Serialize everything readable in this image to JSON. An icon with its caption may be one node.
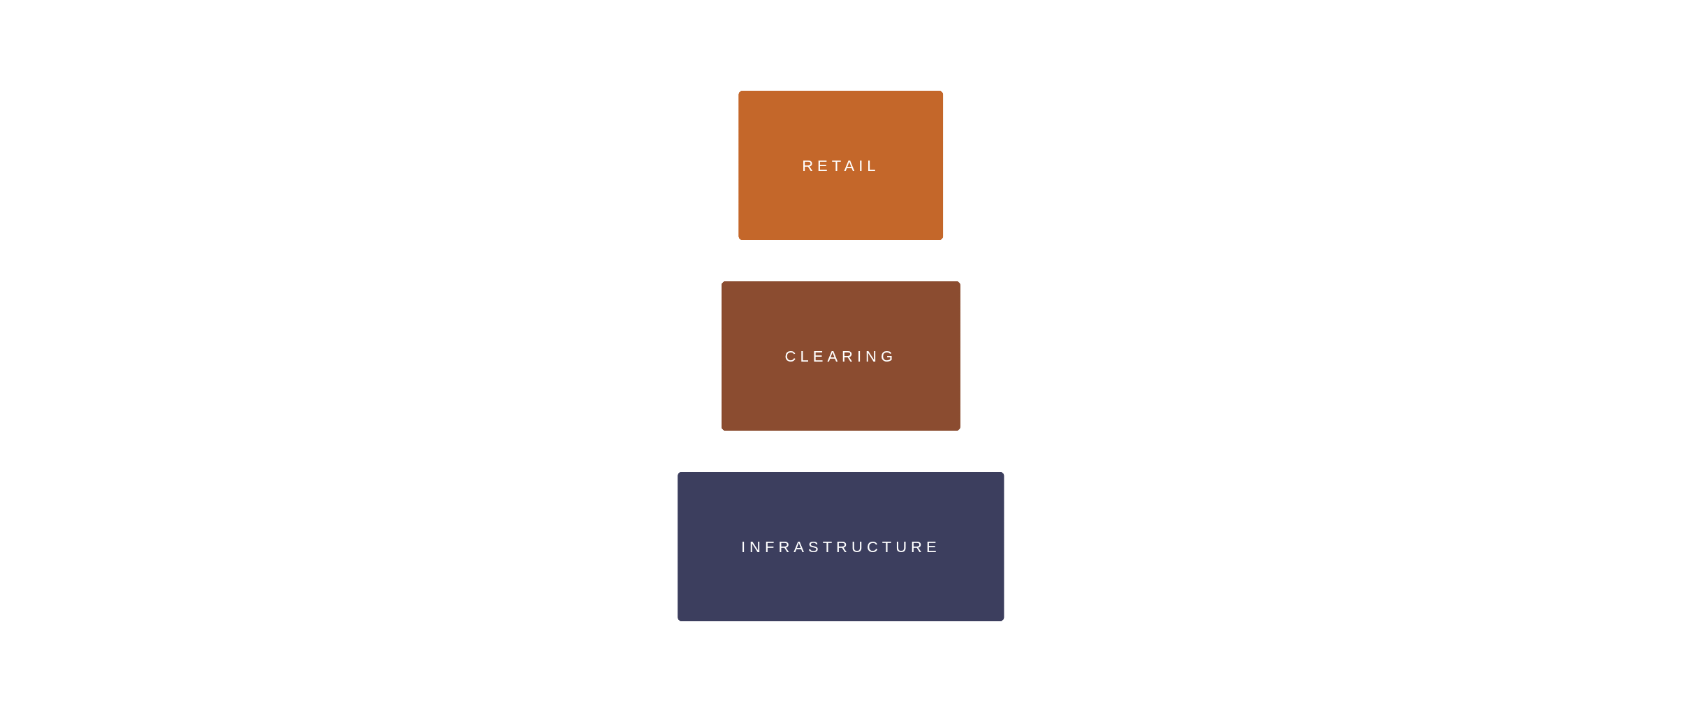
{
  "diagram": {
    "nodes": [
      {
        "text": [
          "RETAIL"
        ]
      },
      {
        "text": [
          "CLEARING"
        ]
      },
      {
        "text": [
          "INFRASTRUCTURE"
        ]
      }
    ]
  }
}
